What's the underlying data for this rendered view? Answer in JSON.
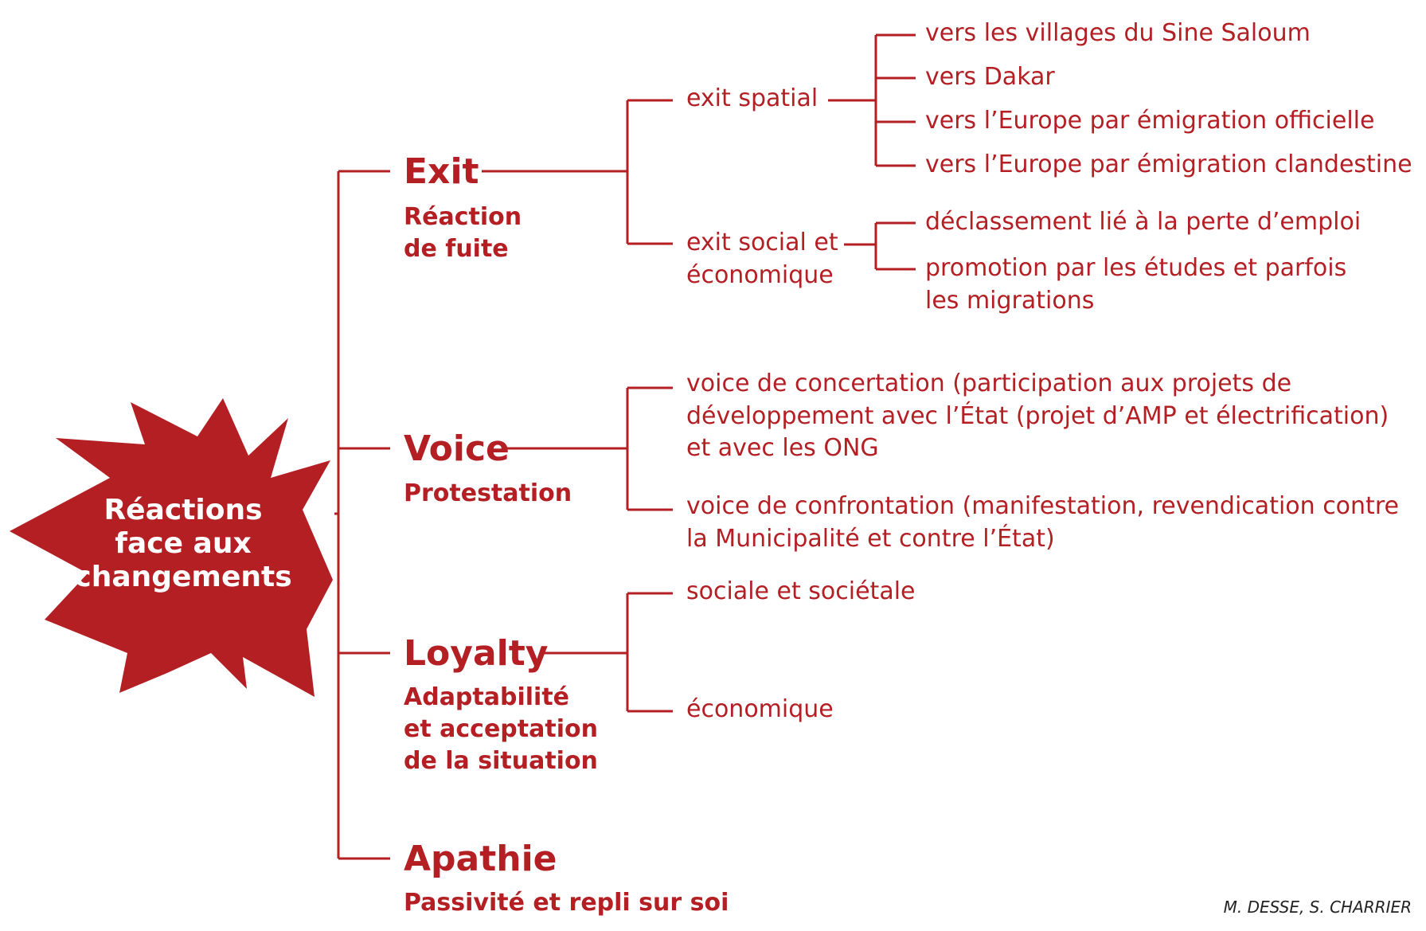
{
  "root": {
    "lines": [
      "Réactions",
      "face aux",
      "changements"
    ]
  },
  "colors": {
    "accent": "#b41f24",
    "root_text": "#ffffff",
    "credit": "#222222"
  },
  "categories": [
    {
      "title": "Exit",
      "subtitle": [
        "Réaction",
        "de fuite"
      ],
      "branches": [
        {
          "label": [
            "exit spatial"
          ],
          "leaves": [
            [
              "vers les villages du Sine Saloum"
            ],
            [
              "vers Dakar"
            ],
            [
              "vers l’Europe par émigration officielle"
            ],
            [
              "vers l’Europe par émigration clandestine"
            ]
          ]
        },
        {
          "label": [
            "exit social et",
            "économique"
          ],
          "leaves": [
            [
              "déclassement lié à la perte d’emploi"
            ],
            [
              "promotion par les études et parfois",
              "les migrations"
            ]
          ]
        }
      ]
    },
    {
      "title": "Voice",
      "subtitle": [
        "Protestation"
      ],
      "branches": [
        {
          "label": [
            "voice de concertation (participation aux projets de",
            "développement avec l’État (projet d’AMP et électrification)",
            "et avec les ONG"
          ],
          "leaves": []
        },
        {
          "label": [
            "voice de confrontation (manifestation, revendication contre",
            "la Municipalité et contre l’État)"
          ],
          "leaves": []
        }
      ]
    },
    {
      "title": "Loyalty",
      "subtitle": [
        "Adaptabilité",
        "et acceptation",
        "de la situation"
      ],
      "branches": [
        {
          "label": [
            "sociale et sociétale"
          ],
          "leaves": []
        },
        {
          "label": [
            "économique"
          ],
          "leaves": []
        }
      ]
    },
    {
      "title": "Apathie",
      "subtitle": [
        "Passivité et repli sur soi"
      ],
      "branches": []
    }
  ],
  "credit": "M. DESSE, S. CHARRIER"
}
